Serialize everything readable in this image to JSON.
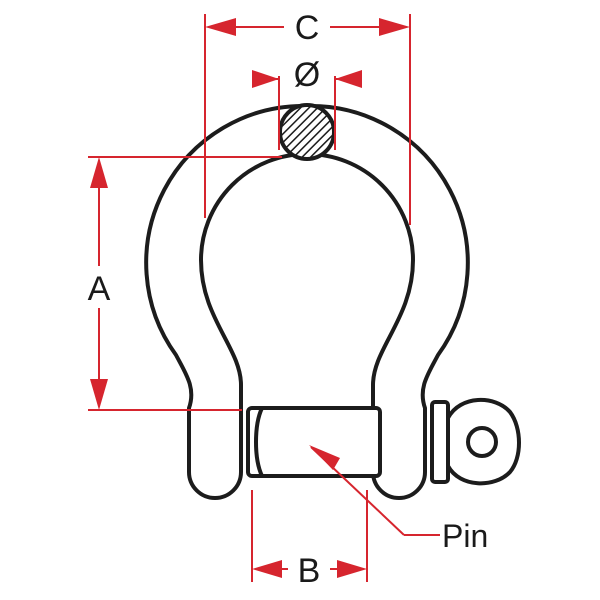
{
  "labels": {
    "c": "C",
    "diameter": "Ø",
    "a": "A",
    "b": "B",
    "pin": "Pin"
  },
  "colors": {
    "dimension": "#d6252e",
    "outline": "#1c1c1c",
    "background": "#ffffff"
  }
}
